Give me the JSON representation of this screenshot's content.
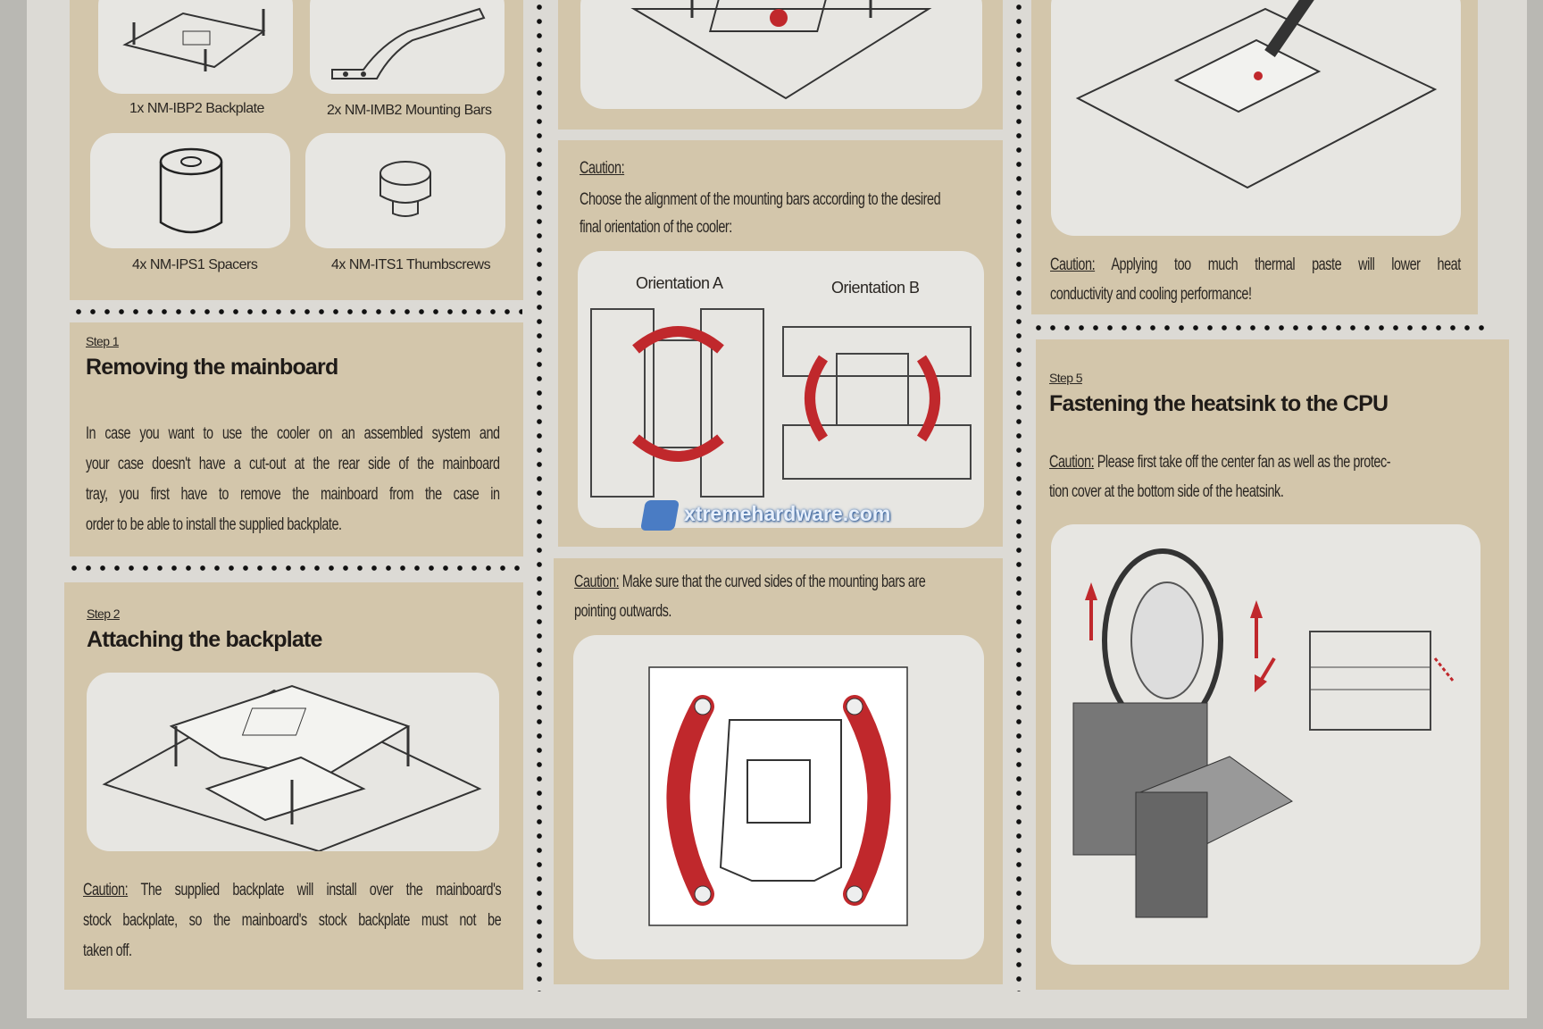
{
  "parts": {
    "backplate": "1x NM-IBP2 Backplate",
    "mounting_bars": "2x NM-IMB2 Mounting Bars",
    "spacers": "4x NM-IPS1 Spacers",
    "thumbscrews": "4x NM-ITS1 Thumbscrews"
  },
  "step1": {
    "step_label": "Step 1",
    "title": "Removing the mainboard",
    "lines": [
      "In case you want to use the cooler on an assembled system and",
      "your case doesn't have a cut-out at the rear side of the mainboard",
      "tray, you first have to remove the mainboard from the case in",
      "order to be able to install the supplied backplate."
    ]
  },
  "step2": {
    "step_label": "Step 2",
    "title": "Attaching the backplate",
    "caution_label": "Caution:",
    "caution_lines": [
      "The supplied backplate will install over the mainboard's",
      "stock backplate, so the mainboard's stock backplate must not be",
      "taken off."
    ]
  },
  "orientation": {
    "caution_label": "Caution:",
    "lines": [
      "Choose the alignment of the mounting bars according to the desired",
      "final orientation of the cooler:"
    ],
    "label_a": "Orientation A",
    "label_b": "Orientation B"
  },
  "curved": {
    "caution_label": "Caution:",
    "lines": [
      "Make sure that the curved sides of the mounting bars are",
      "pointing outwards."
    ]
  },
  "paste": {
    "caution_label": "Caution:",
    "lines": [
      "Applying too much thermal paste will lower heat",
      "conductivity and cooling performance!"
    ]
  },
  "step5": {
    "step_label": "Step 5",
    "title": "Fastening the heatsink to the CPU",
    "caution_label": "Caution:",
    "lines": [
      "Please first take off the center fan as well as the protec-",
      "tion cover at the bottom side of the heatsink."
    ]
  },
  "watermark": "xtremehardware.com",
  "colors": {
    "accent_red": "#c0282c",
    "panel": "#d3c6ab",
    "box": "#e7e6e2"
  }
}
